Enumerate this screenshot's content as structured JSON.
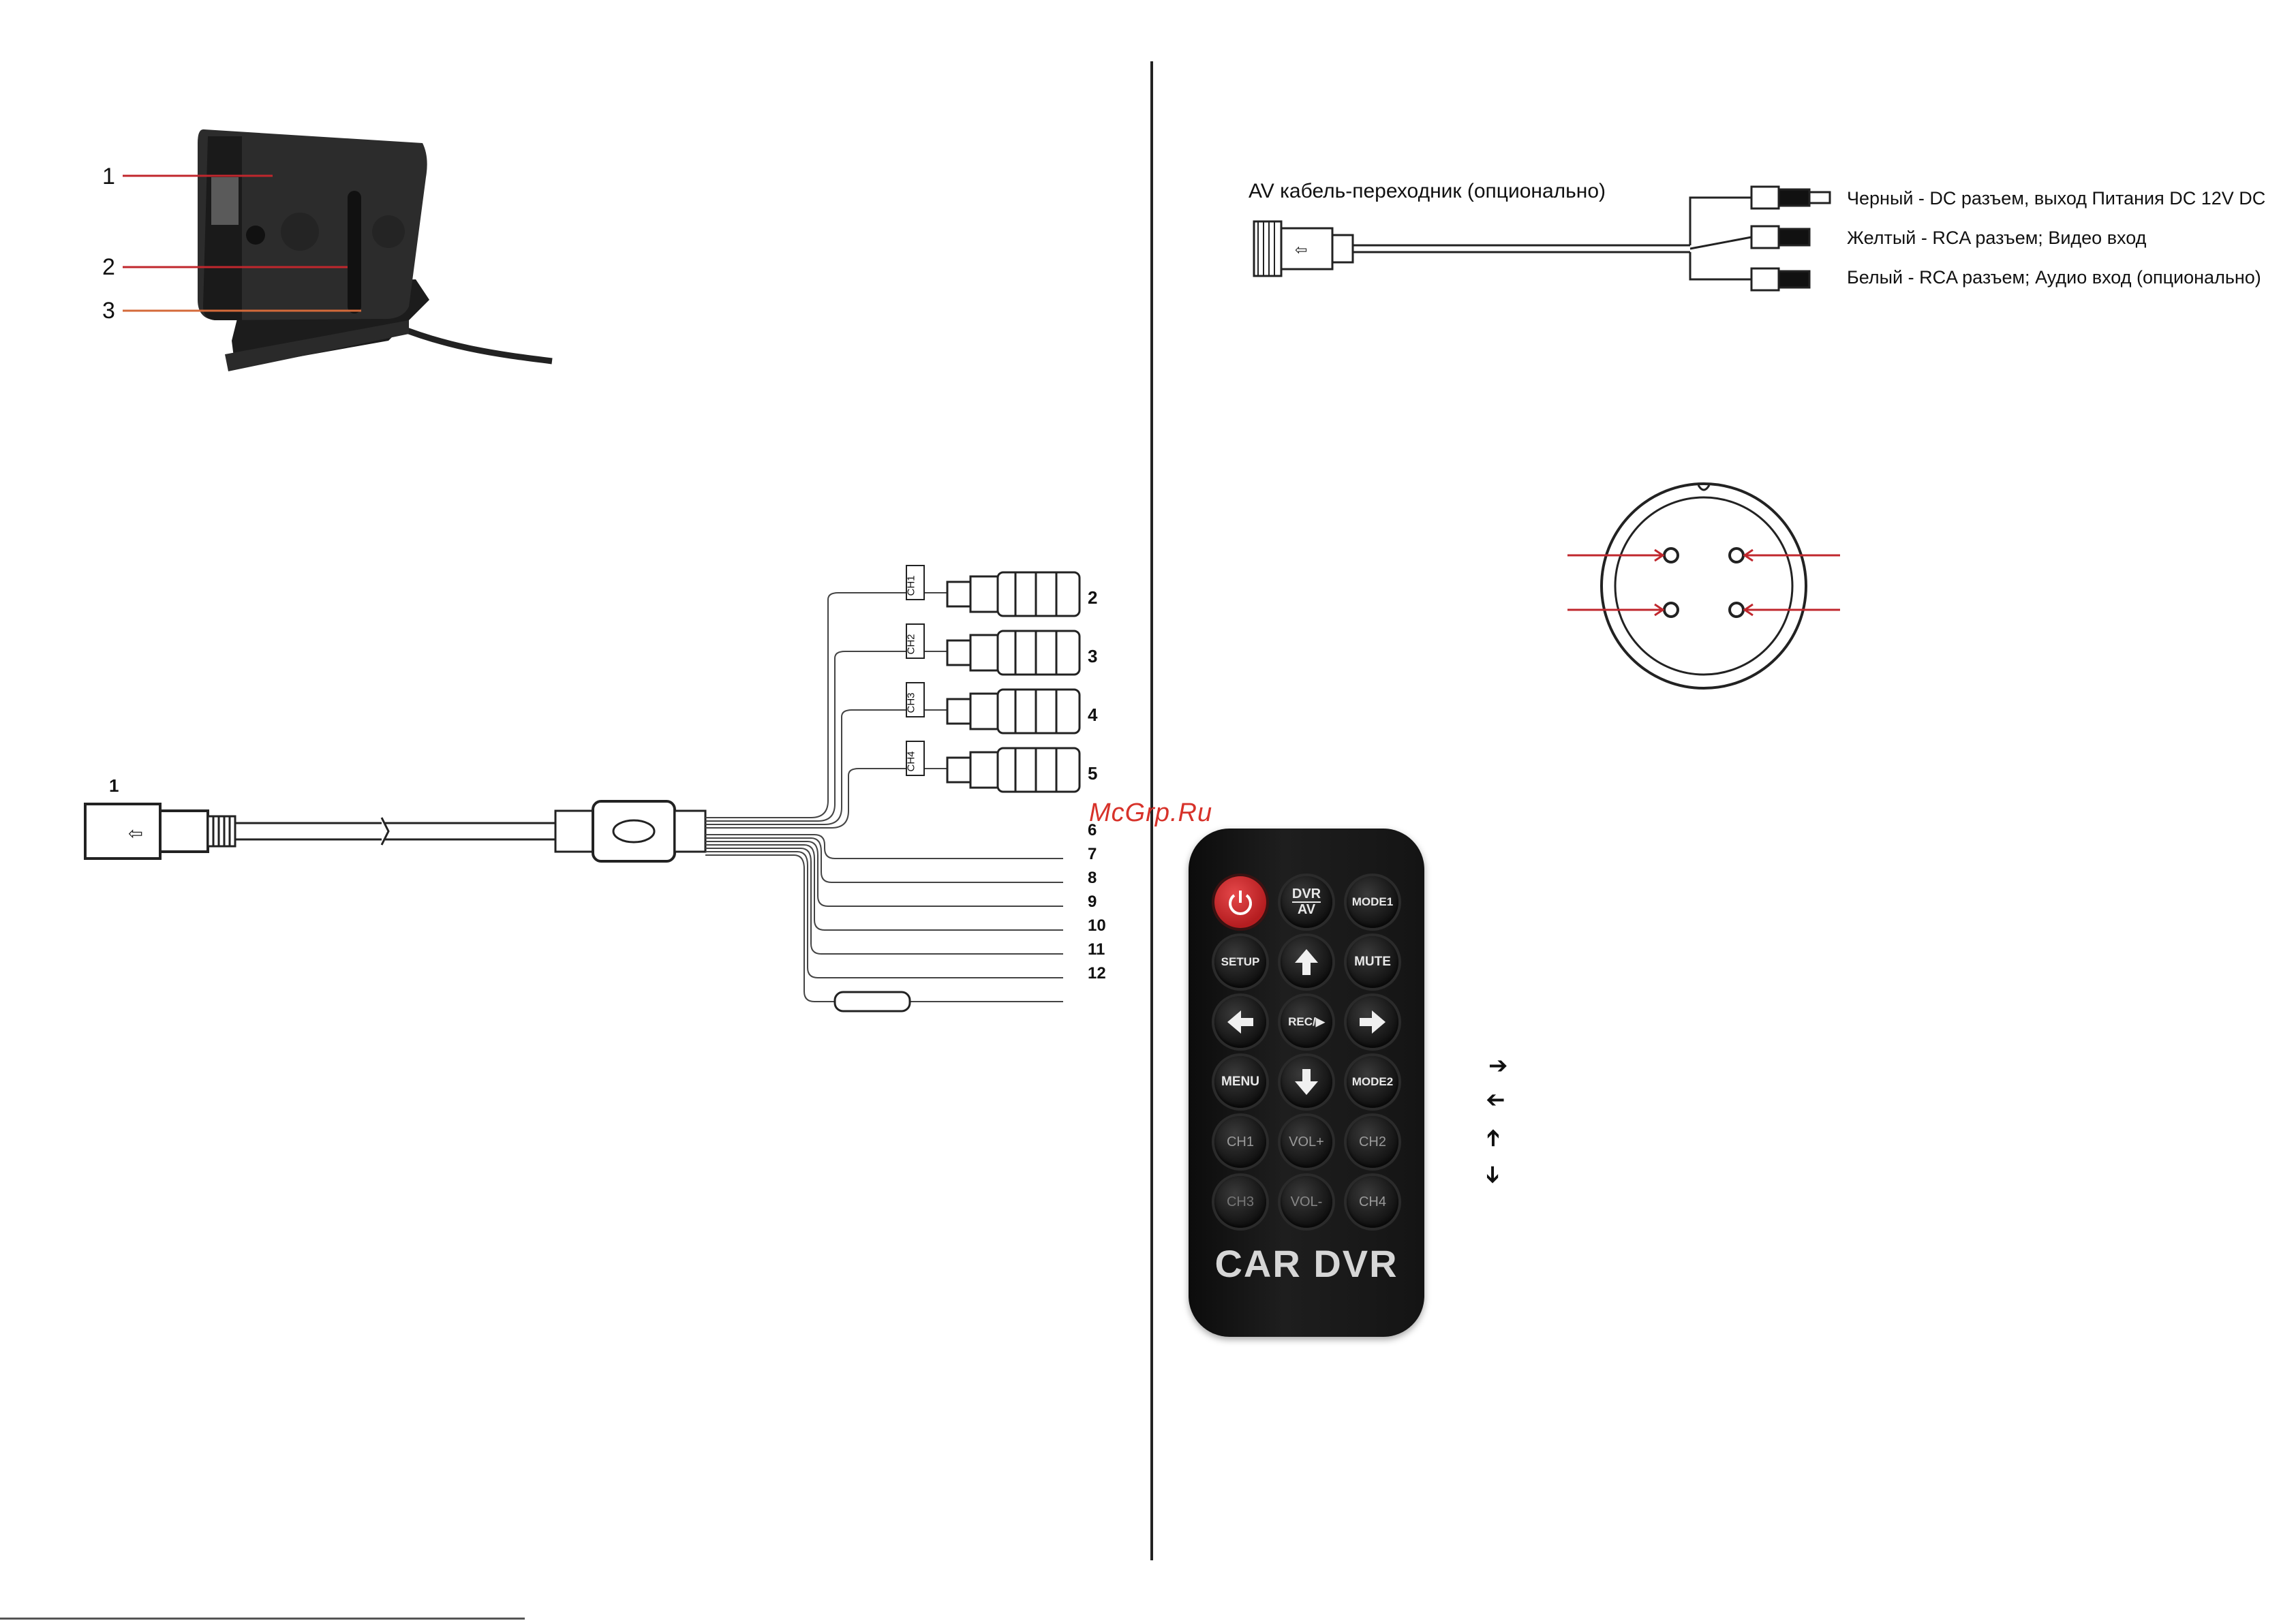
{
  "monitor_labels": [
    "1",
    "2",
    "3"
  ],
  "cable_labels": {
    "main_connector": "1",
    "channels": [
      {
        "tag": "CH1",
        "num": "2"
      },
      {
        "tag": "CH2",
        "num": "3"
      },
      {
        "tag": "CH3",
        "num": "4"
      },
      {
        "tag": "CH4",
        "num": "5"
      }
    ],
    "wires": [
      "6",
      "7",
      "8",
      "9",
      "10",
      "11",
      "12"
    ]
  },
  "av_cable": {
    "title": "AV кабель-переходник (опционально)",
    "black": "Черный - DC разъем, выход Питания DC 12V DC",
    "yellow": "Желтый - RCA разъем; Видео вход",
    "white": "Белый - RCA разъем; Аудио вход (опционально)"
  },
  "watermark": "McGrp.Ru",
  "remote": {
    "brand": "CAR DVR",
    "buttons": {
      "dvr_top": "DVR",
      "dvr_bottom": "AV",
      "mode1": "MODE1",
      "setup": "SETUP",
      "mute": "MUTE",
      "rec": "REC/▶",
      "menu": "MENU",
      "mode2": "MODE2",
      "ch1": "CH1",
      "volup": "VOL+",
      "ch2": "CH2",
      "ch3": "CH3",
      "voldown": "VOL-",
      "ch4": "CH4"
    },
    "legend_icons": [
      "arrow-right-icon",
      "arrow-left-icon",
      "arrow-up-icon",
      "arrow-down-icon"
    ]
  },
  "colors": {
    "power": "#d32326",
    "callout_red": "#c0272d",
    "watermark": "#d7322a"
  }
}
